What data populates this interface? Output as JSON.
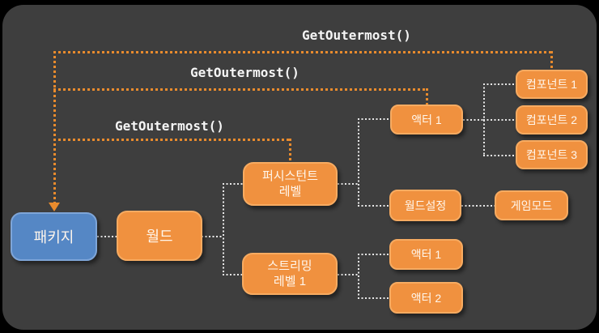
{
  "colors": {
    "canvas_bg": "#000000",
    "panel_bg": "#3E3E3E",
    "node_orange": "#F0913F",
    "node_orange_border": "#F7AB61",
    "node_blue": "#5587C5",
    "node_blue_border": "#7EA5D8",
    "node_text": "#FFF6EC",
    "call_line": "#E98B2D",
    "call_text": "#F5F5F5",
    "link_line": "#E8E8E8"
  },
  "calls": [
    {
      "label": "GetOutermost()",
      "from": "component1",
      "to": "package"
    },
    {
      "label": "GetOutermost()",
      "from": "actor1_persistent",
      "to": "package"
    },
    {
      "label": "GetOutermost()",
      "from": "persistent_level",
      "to": "package"
    }
  ],
  "nodes": {
    "package": {
      "label": "패키지",
      "type": "blue"
    },
    "world": {
      "label": "월드",
      "type": "orange"
    },
    "persistent_level": {
      "label": "퍼시스턴트\n레벨",
      "type": "orange"
    },
    "streaming_level1": {
      "label": "스트리밍\n레벨 1",
      "type": "orange"
    },
    "actor1_persistent": {
      "label": "액터 1",
      "type": "orange"
    },
    "world_settings": {
      "label": "월드설정",
      "type": "orange"
    },
    "game_mode": {
      "label": "게임모드",
      "type": "orange"
    },
    "component1": {
      "label": "컴포넌트 1",
      "type": "orange"
    },
    "component2": {
      "label": "컴포넌트 2",
      "type": "orange"
    },
    "component3": {
      "label": "컴포넌트 3",
      "type": "orange"
    },
    "actor1_streaming": {
      "label": "액터 1",
      "type": "orange"
    },
    "actor2_streaming": {
      "label": "액터 2",
      "type": "orange"
    }
  },
  "edges": [
    {
      "from": "package",
      "to": "world"
    },
    {
      "from": "world",
      "to": "persistent_level"
    },
    {
      "from": "world",
      "to": "streaming_level1"
    },
    {
      "from": "persistent_level",
      "to": "actor1_persistent"
    },
    {
      "from": "persistent_level",
      "to": "world_settings"
    },
    {
      "from": "world_settings",
      "to": "game_mode"
    },
    {
      "from": "actor1_persistent",
      "to": "component1"
    },
    {
      "from": "actor1_persistent",
      "to": "component2"
    },
    {
      "from": "actor1_persistent",
      "to": "component3"
    },
    {
      "from": "streaming_level1",
      "to": "actor1_streaming"
    },
    {
      "from": "streaming_level1",
      "to": "actor2_streaming"
    }
  ]
}
